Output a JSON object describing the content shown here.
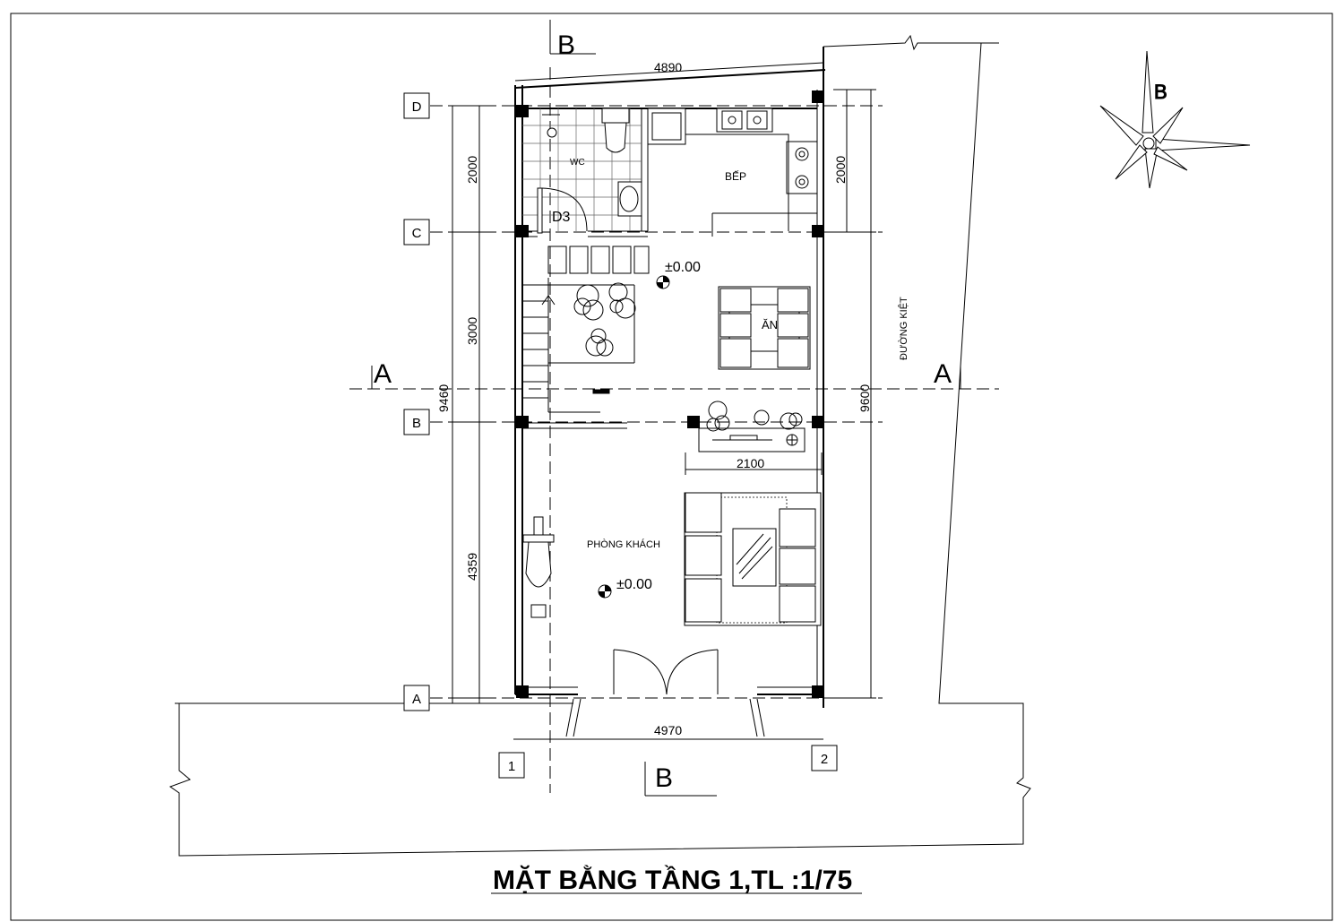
{
  "title": "MẶT BẰNG TẦNG 1,TL :1/75",
  "compass_label": "B",
  "street_label": "ĐƯỜNG KIỆT",
  "rooms": {
    "wc": "WC",
    "kitchen": "BẾP",
    "dining": "ĂN",
    "living": "PHÒNG KHÁCH",
    "door": "D3"
  },
  "levels": [
    "±0.00",
    "±0.00"
  ],
  "grid_rows": [
    "D",
    "C",
    "B",
    "A"
  ],
  "grid_cols": [
    "1",
    "2"
  ],
  "sections": {
    "a_left": "A",
    "a_right": "A",
    "b_top": "B",
    "b_bottom": "B"
  },
  "dimensions": {
    "top": "4890",
    "bottom": "4970",
    "left_total": "9460",
    "left_dc": "2000",
    "left_cb": "3000",
    "left_ba": "4359",
    "right_total": "9600",
    "right_dc": "2000",
    "tv_width": "2100"
  }
}
